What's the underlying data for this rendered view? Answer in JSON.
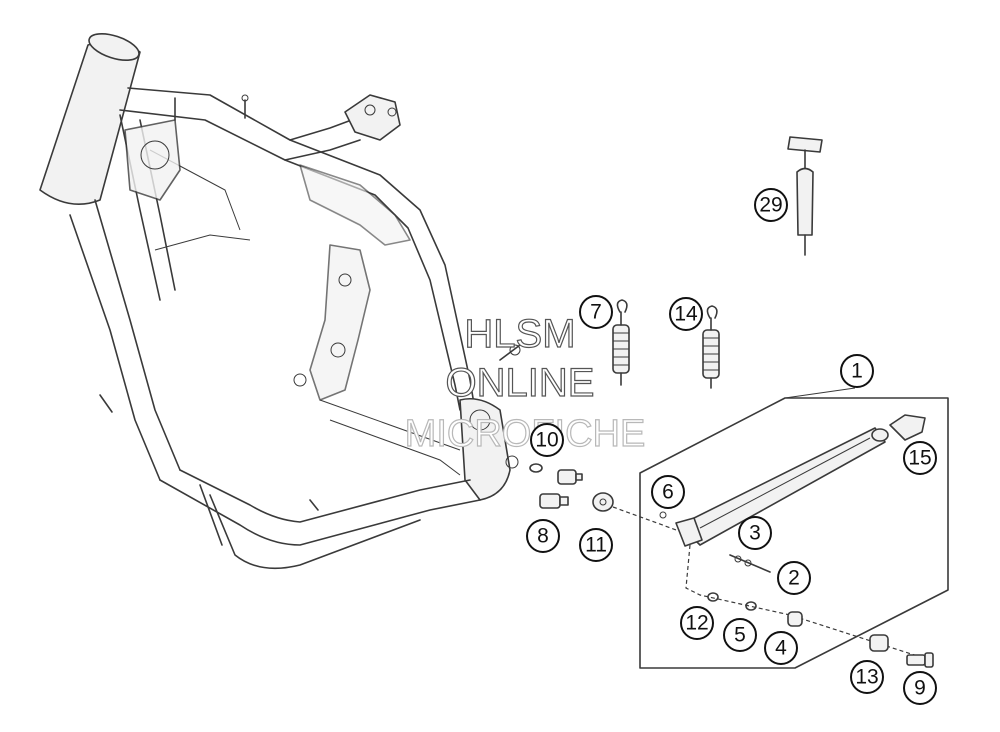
{
  "watermark": {
    "line1": "HLSM",
    "line2": "ONLINE",
    "line3": "MICROFICHE"
  },
  "callouts": [
    {
      "id": "c1",
      "label": "1"
    },
    {
      "id": "c2",
      "label": "2"
    },
    {
      "id": "c3",
      "label": "3"
    },
    {
      "id": "c4",
      "label": "4"
    },
    {
      "id": "c5",
      "label": "5"
    },
    {
      "id": "c6",
      "label": "6"
    },
    {
      "id": "c7",
      "label": "7"
    },
    {
      "id": "c8",
      "label": "8"
    },
    {
      "id": "c9",
      "label": "9"
    },
    {
      "id": "c10",
      "label": "10"
    },
    {
      "id": "c11",
      "label": "11"
    },
    {
      "id": "c12",
      "label": "12"
    },
    {
      "id": "c13",
      "label": "13"
    },
    {
      "id": "c14",
      "label": "14"
    },
    {
      "id": "c15",
      "label": "15"
    },
    {
      "id": "c29",
      "label": "29"
    }
  ]
}
